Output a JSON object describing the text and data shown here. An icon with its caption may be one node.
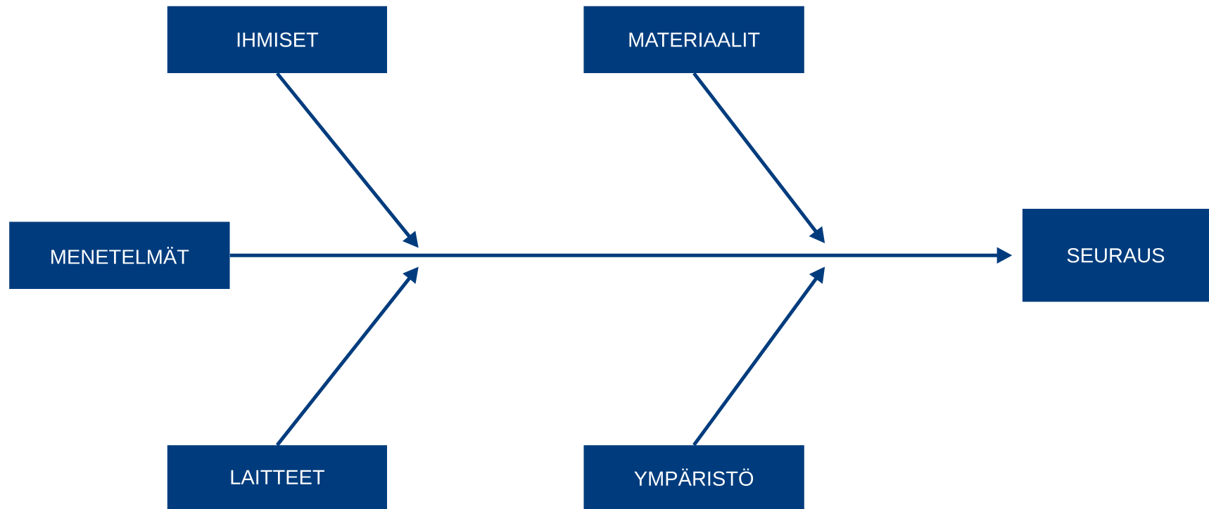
{
  "diagram": {
    "nodes": [
      {
        "text": [
          "IHMISET"
        ]
      },
      {
        "text": [
          "MATERIAALIT"
        ]
      },
      {
        "text": [
          "MENETELMÄT"
        ]
      },
      {
        "text": [
          "SEURAUS"
        ]
      },
      {
        "text": [
          "LAITTEET"
        ]
      },
      {
        "text": [
          "YMPÄRISTÖ"
        ]
      }
    ],
    "edges": [
      {
        "from": 0,
        "to": null,
        "arrow": "to"
      },
      {
        "from": 1,
        "to": null,
        "arrow": "to"
      },
      {
        "from": 4,
        "to": null,
        "arrow": "to"
      },
      {
        "from": 5,
        "to": null,
        "arrow": "to"
      },
      {
        "from": 2,
        "to": 3,
        "arrow": "to"
      }
    ]
  }
}
